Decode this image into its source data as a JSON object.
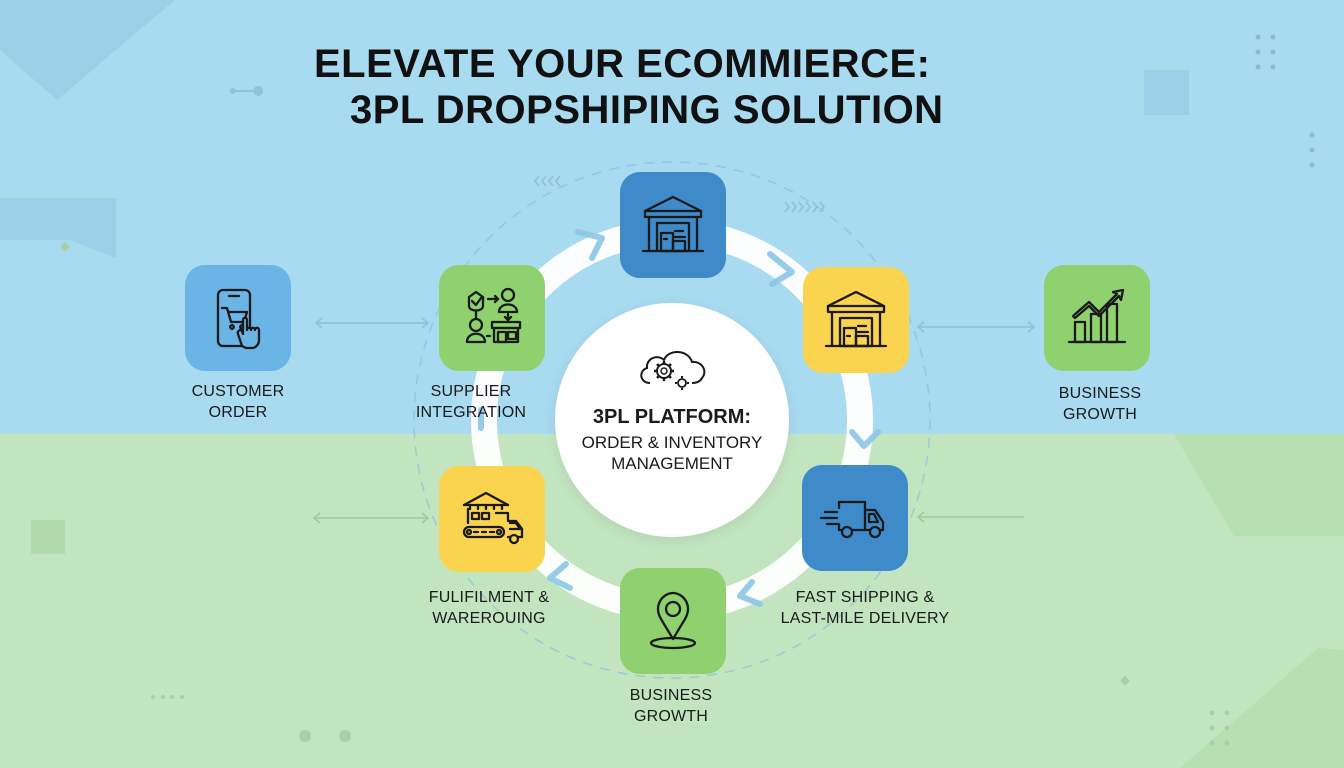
{
  "title": {
    "line1": "ELEVATE YOUR ECOMMIERCE:",
    "line2": "3PL DROPSHIPING SOLUTION"
  },
  "center": {
    "icon": "cloud-gears-icon",
    "title": "3PL PLATFORM:",
    "subtitle_line1": "ORDER & INVENTORY",
    "subtitle_line2": "MANAGEMENT"
  },
  "nodes": [
    {
      "id": "customer-order",
      "icon": "mobile-cart-icon",
      "color": "#6ab4e6",
      "label_line1": "CUSTOMER",
      "label_line2": "ORDER"
    },
    {
      "id": "supplier-integration",
      "icon": "supplier-network-icon",
      "color": "#8fd16e",
      "label_line1": "SUPPLIER",
      "label_line2": "INTEGRATION"
    },
    {
      "id": "warehouse-top",
      "icon": "warehouse-icon",
      "color": "#3f8bc9",
      "label_line1": "",
      "label_line2": ""
    },
    {
      "id": "warehouse-right",
      "icon": "warehouse-icon",
      "color": "#fad34f",
      "label_line1": "",
      "label_line2": ""
    },
    {
      "id": "business-growth-right",
      "icon": "growth-chart-icon",
      "color": "#8fd16e",
      "label_line1": "BUSINESS",
      "label_line2": "GROWTH"
    },
    {
      "id": "fast-shipping",
      "icon": "delivery-truck-icon",
      "color": "#3f8bc9",
      "label_line1": "FAST SHIPPING &",
      "label_line2": "LAST-MILE DELIVERY"
    },
    {
      "id": "business-growth-bottom",
      "icon": "location-pin-icon",
      "color": "#8fd16e",
      "label_line1": "BUSINESS",
      "label_line2": "GROWTH"
    },
    {
      "id": "fulfilment-warehousing",
      "icon": "fulfilment-warehouse-icon",
      "color": "#fad34f",
      "label_line1": "FULIFILMENT &",
      "label_line2": "WAREROUING"
    }
  ],
  "colors": {
    "sky": "#a8daf0",
    "meadow": "#c2e5c0",
    "blue_tile": "#3f8bc9",
    "light_blue_tile": "#6ab4e6",
    "green_tile": "#8fd16e",
    "yellow_tile": "#fad34f",
    "ring": "#ffffff",
    "arrow": "#8cc6e6"
  }
}
